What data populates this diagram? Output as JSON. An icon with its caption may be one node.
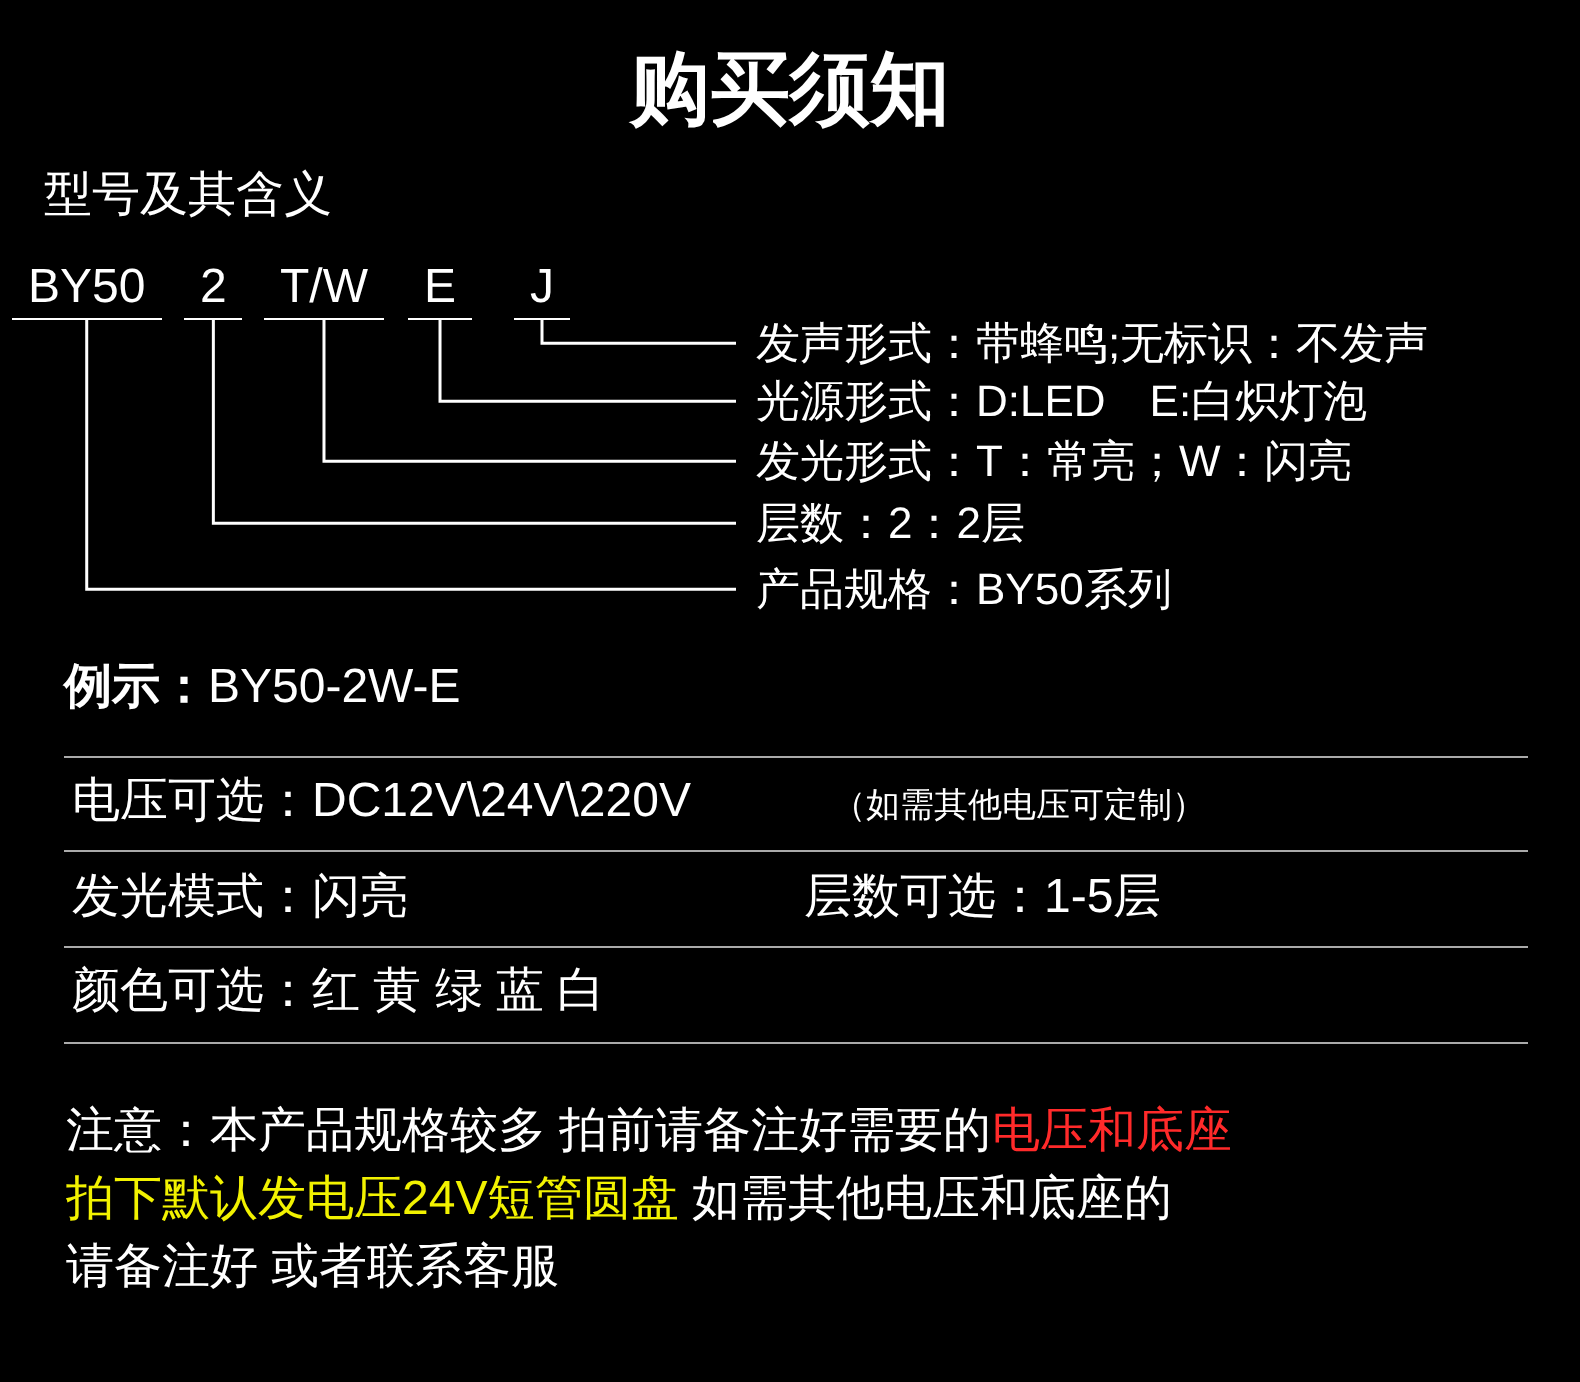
{
  "diagram": {
    "title": "购买须知",
    "nodes": [
      {
        "text": [
          "BY50"
        ]
      },
      {
        "text": [
          "2"
        ]
      },
      {
        "text": [
          "T/W"
        ]
      },
      {
        "text": [
          "E"
        ]
      },
      {
        "text": [
          "J"
        ]
      },
      {
        "text": [
          "发声形式：带蜂鸣;无标识：不发声"
        ]
      },
      {
        "text": [
          "光源形式：D:LED　E:白炽灯泡"
        ]
      },
      {
        "text": [
          "发光形式：T：常亮；W：闪亮"
        ]
      },
      {
        "text": [
          "层数：2：2层"
        ]
      },
      {
        "text": [
          "产品规格：BY50系列"
        ]
      }
    ],
    "edges": [
      {
        "from": 4,
        "to": 5,
        "arrow": "none"
      },
      {
        "from": 3,
        "to": 6,
        "arrow": "none"
      },
      {
        "from": 2,
        "to": 7,
        "arrow": "none"
      },
      {
        "from": 1,
        "to": 8,
        "arrow": "none"
      },
      {
        "from": 0,
        "to": 9,
        "arrow": "none"
      }
    ],
    "labels": [
      "型号及其含义",
      "**例示：**BY50-2W-E",
      "电压可选：DC12V\\24V\\220V",
      "（如需其他电压可定制）",
      "发光模式：闪亮",
      "层数可选：1-5层",
      "颜色可选：红 黄 绿 蓝 白",
      "注意：本产品规格较多 拍前请备注好需要的",
      "电压和底座",
      "拍下默认发电压24V短管圆盘",
      "如需其他电压和底座的",
      "请备注好  或者联系客服"
    ]
  }
}
